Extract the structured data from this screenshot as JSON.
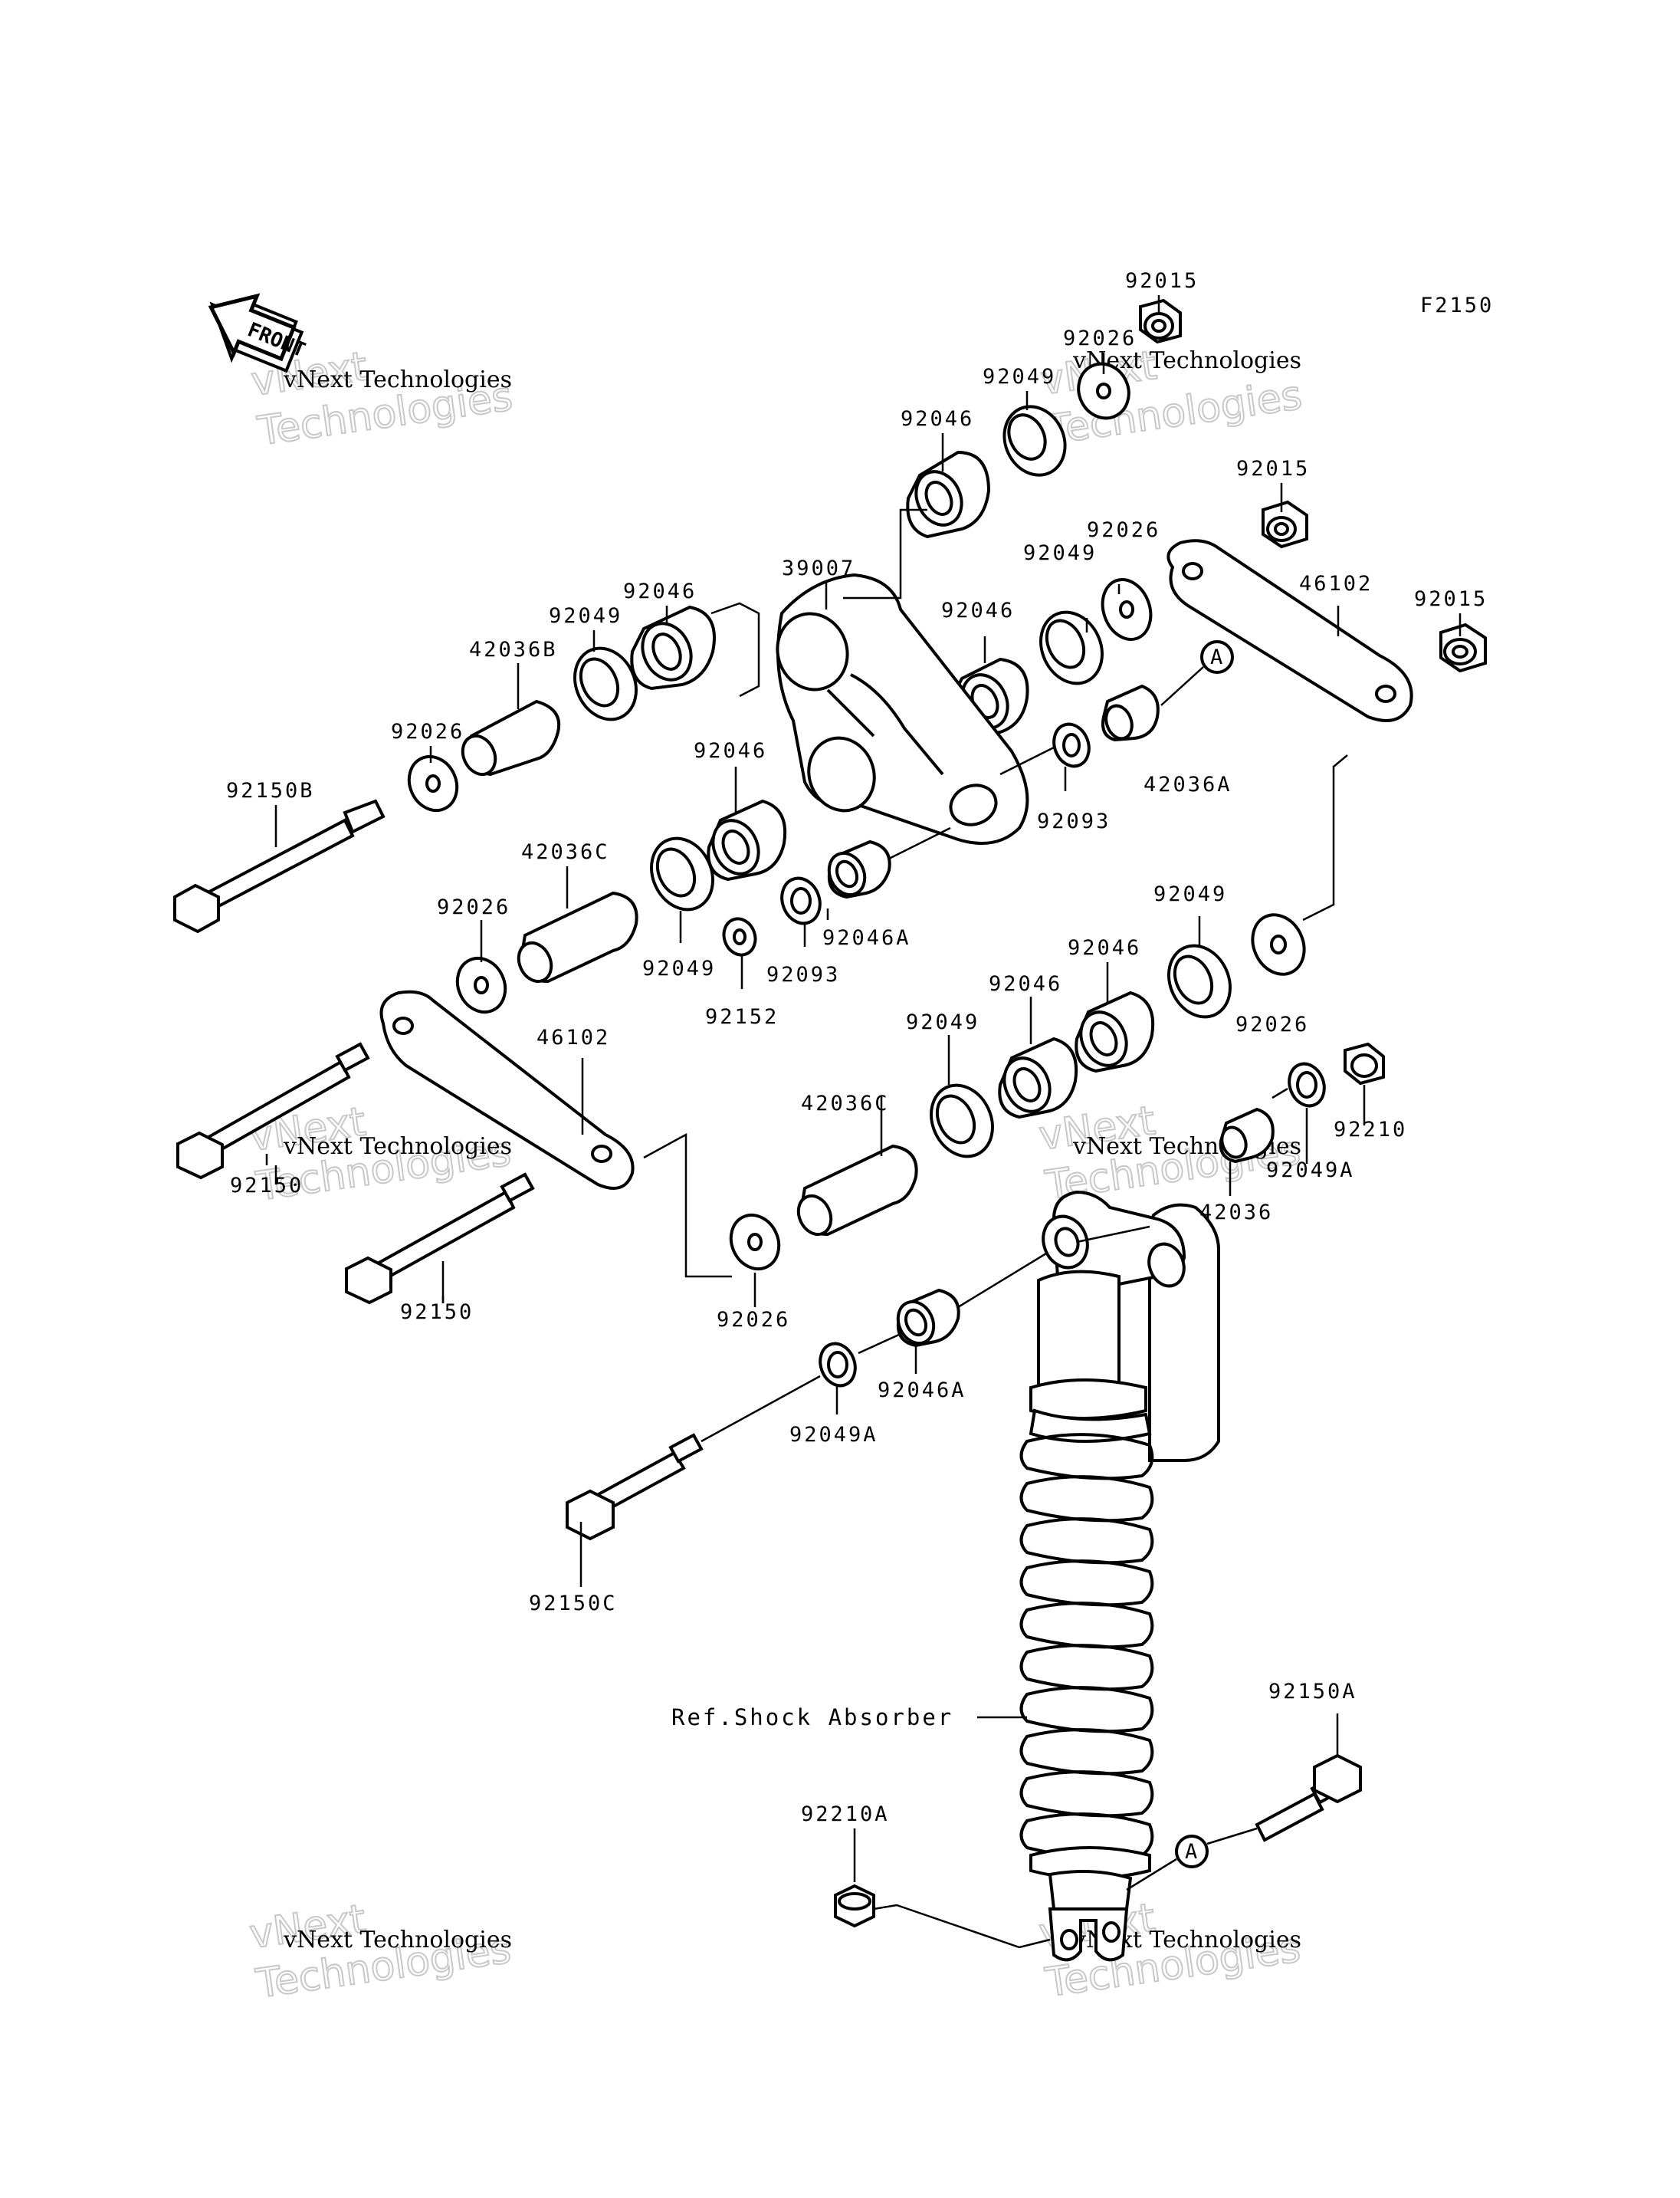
{
  "figure_code": "F2150",
  "front_label": "FRONT",
  "shock_reference": "Ref.Shock Absorber",
  "callout_marker": "A",
  "watermark": {
    "line1": "vNext Technologies",
    "line2": "Technologies",
    "line3": "vNext"
  },
  "part_labels": {
    "p92015_top": "92015",
    "p92026_top": "92026",
    "p92049_top": "92049",
    "p92046_top": "92046",
    "p92015_mid": "92015",
    "p92015_right": "92015",
    "p39007": "39007",
    "p92046_a": "92046",
    "p92049_a": "92049",
    "p42036B": "42036B",
    "p92026_a": "92026",
    "p92150B": "92150B",
    "p92049_b": "92049",
    "p92026_b": "92026",
    "p46102_r": "46102",
    "p92046_b": "92046",
    "p42036A": "42036A",
    "p92046_c": "92046",
    "p92093_a": "92093",
    "p42036C_a": "42036C",
    "p92026_c": "92026",
    "p92049_c": "92049",
    "p92093_b": "92093",
    "p92046A_a": "92046A",
    "p92152": "92152",
    "p92049_d": "92049",
    "p92046_d": "92046",
    "p92046_e": "92046",
    "p92049_e": "92049",
    "p92026_d": "92026",
    "p46102_l": "46102",
    "p42036C_b": "42036C",
    "p92210": "92210",
    "p92049A_a": "92049A",
    "p42036": "42036",
    "p92150_a": "92150",
    "p92150_b": "92150",
    "p92026_e": "92026",
    "p92046A_b": "92046A",
    "p92049A_b": "92049A",
    "p92150C": "92150C",
    "p92150A": "92150A",
    "p92210A": "92210A"
  }
}
